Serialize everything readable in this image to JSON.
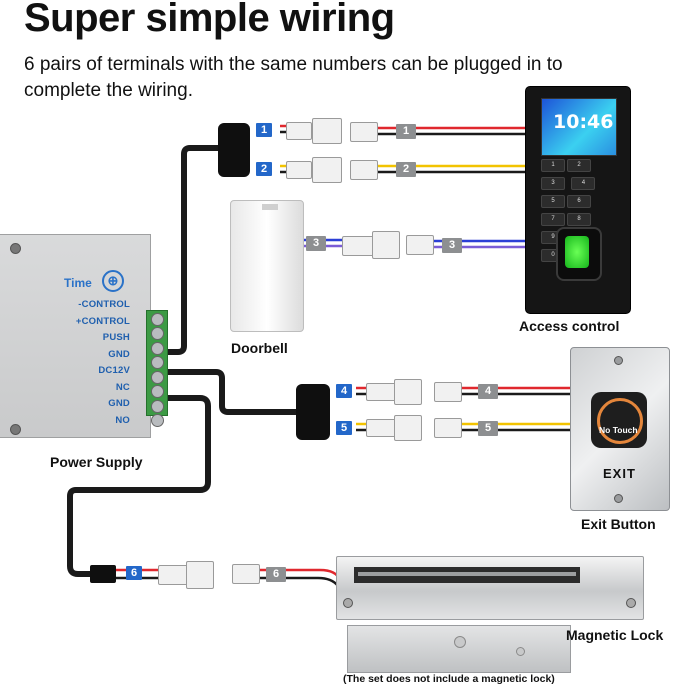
{
  "title": "Super simple wiring",
  "subtitle": "6 pairs of terminals with the same numbers can be plugged in to complete the wiring.",
  "devices": {
    "power_supply": "Power Supply",
    "doorbell": "Doorbell",
    "access_control": "Access control",
    "exit_button": "Exit Button",
    "magnetic_lock": "Magnetic Lock"
  },
  "power_supply_panel": {
    "time_label": "Time",
    "time_icon": "⊕",
    "terminals": [
      "-CONTROL",
      "+CONTROL",
      "PUSH",
      "GND",
      "DC12V",
      "NC",
      "GND",
      "NO"
    ]
  },
  "reader": {
    "clock": "10:46"
  },
  "exit_button_panel": {
    "center_text": "No Touch",
    "word": "EXIT"
  },
  "wire_numbers": {
    "one": "1",
    "two": "2",
    "three": "3",
    "four": "4",
    "five": "5",
    "six": "6"
  },
  "note": "(The set does not include a magnetic lock)",
  "colors": {
    "red_wire": "#e0282e",
    "black_wire": "#1a1a1a",
    "yellow_wire": "#f2c300",
    "blue_wire": "#2b3fd6",
    "violet_wire": "#7a5cd6",
    "badge_blue": "#2367c9",
    "badge_gray": "#8d8f91",
    "terminal_green": "#3c9a44"
  }
}
